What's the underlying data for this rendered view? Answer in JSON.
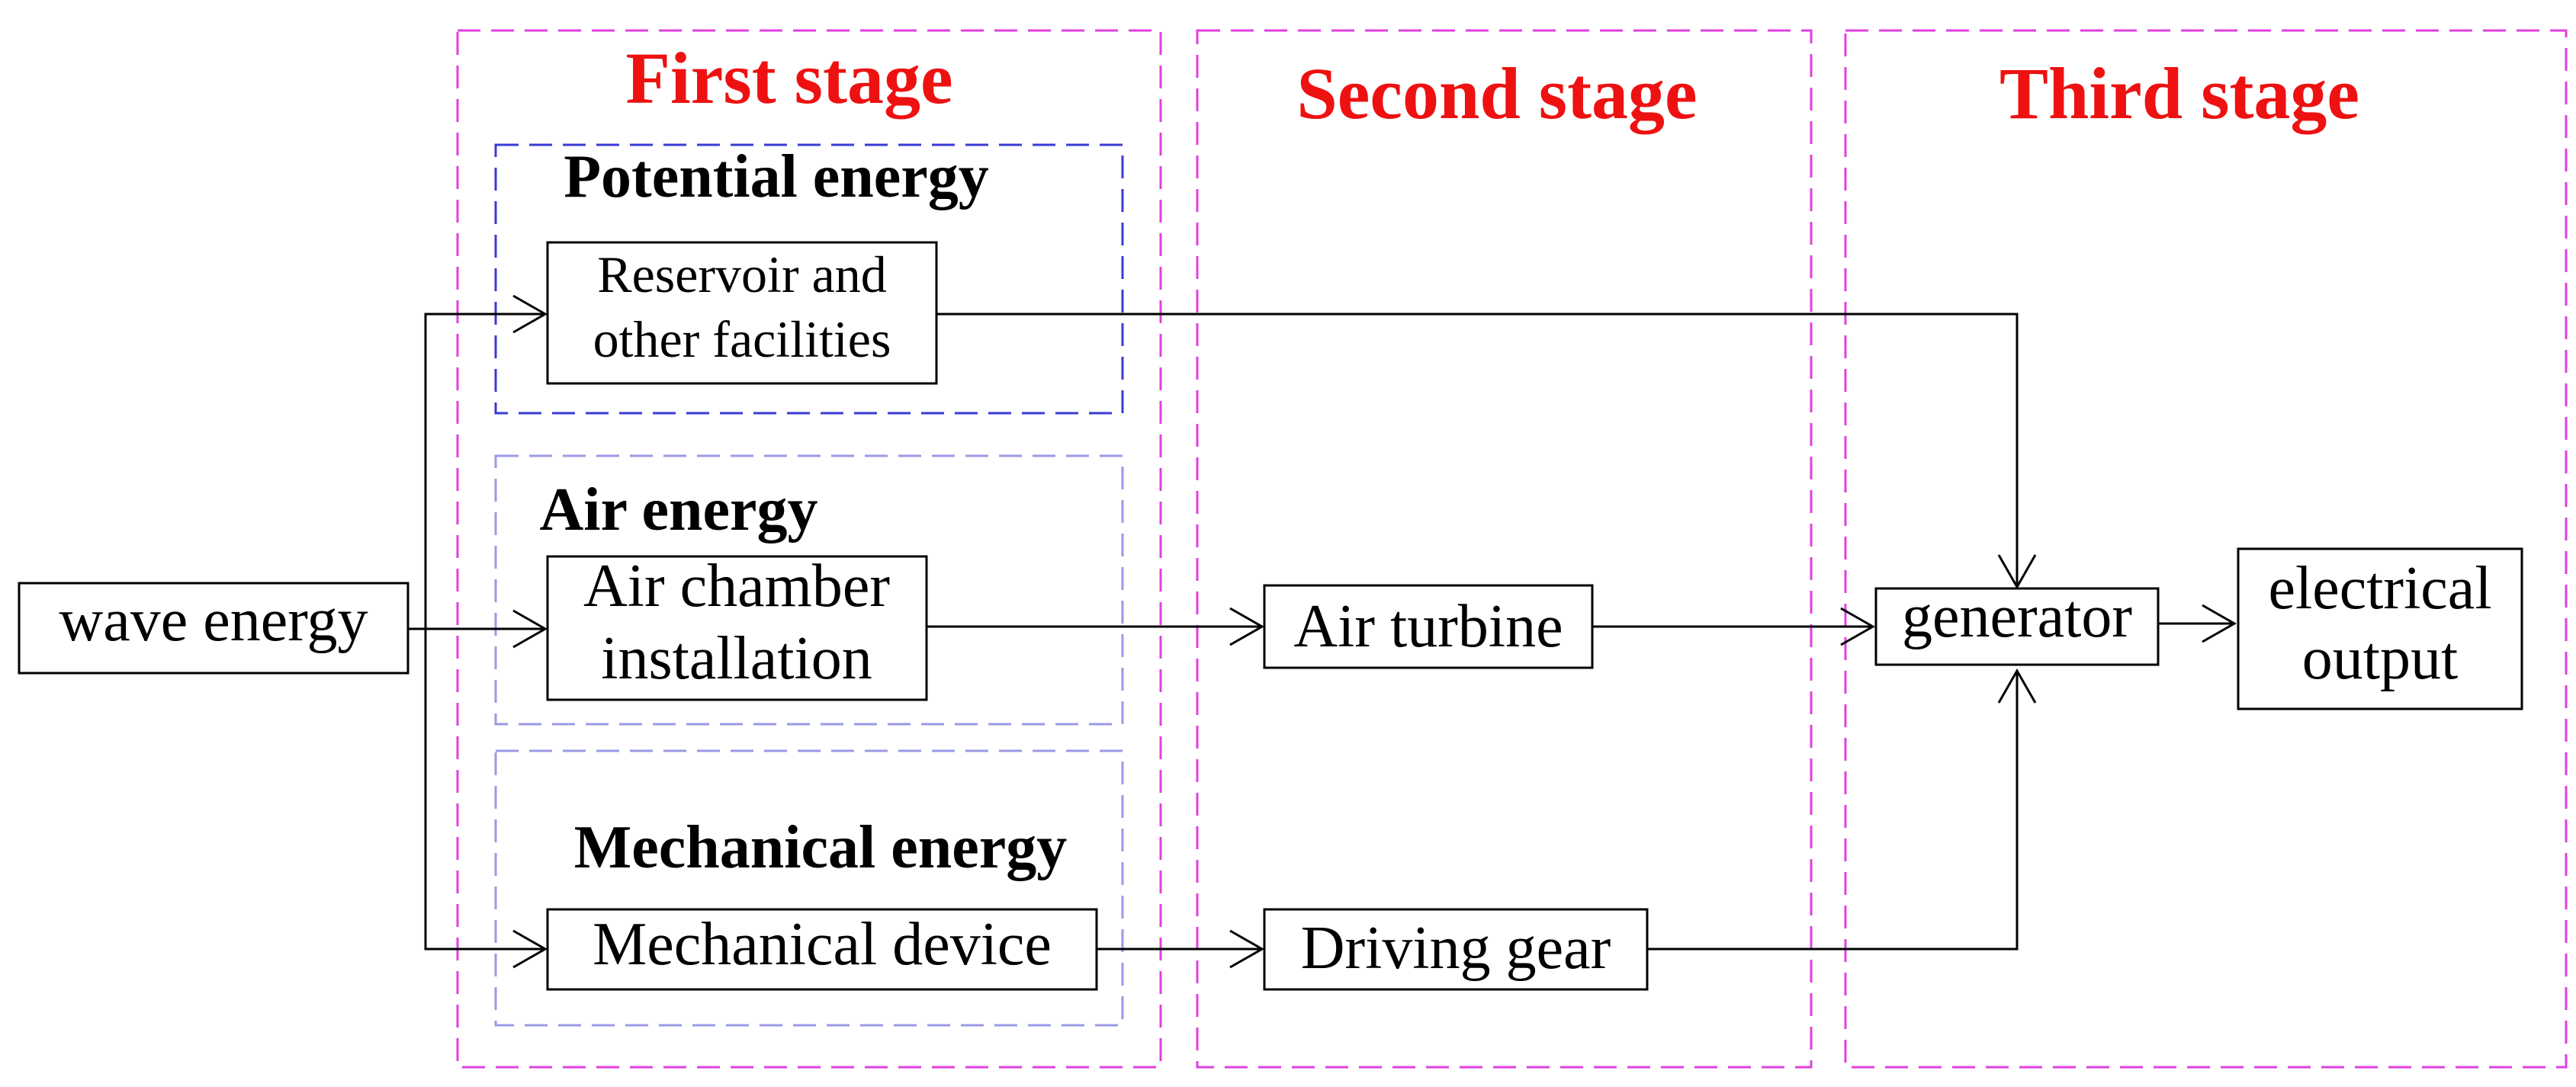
{
  "stages": {
    "first": "First stage",
    "second": "Second stage",
    "third": "Third stage"
  },
  "groups": {
    "potential": "Potential energy",
    "air": "Air energy",
    "mechanical": "Mechanical energy"
  },
  "nodes": {
    "wave_energy": "wave energy",
    "reservoir_line1": "Reservoir and",
    "reservoir_line2": "other facilities",
    "air_chamber_line1": "Air chamber",
    "air_chamber_line2": "installation",
    "mechanical_device": "Mechanical device",
    "air_turbine": "Air turbine",
    "driving_gear": "Driving gear",
    "generator": "generator",
    "output_line1": "electrical",
    "output_line2": "output"
  },
  "colors": {
    "stage_title": "#ee1111",
    "stage_frame": "#e040e0",
    "group_frame": "#3a3ad6"
  }
}
